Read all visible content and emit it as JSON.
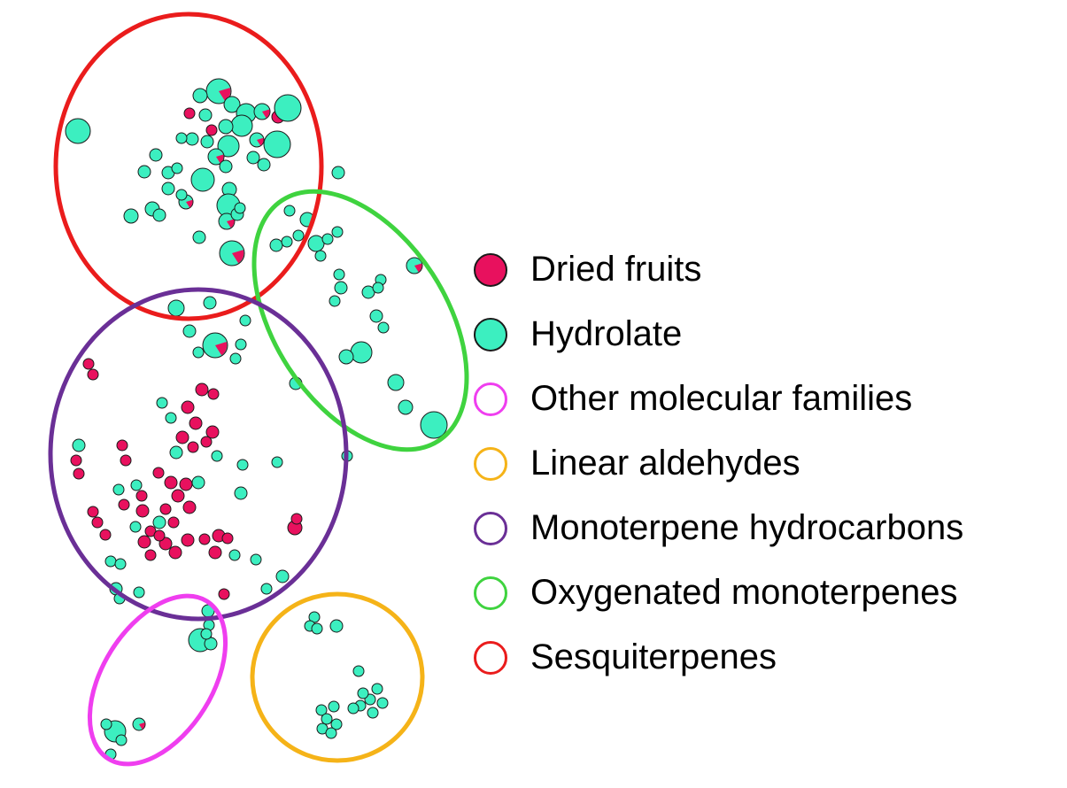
{
  "legend": {
    "dried_fruits": "Dried fruits",
    "hydrolate": "Hydrolate",
    "other": "Other molecular families",
    "aldehydes": "Linear aldehydes",
    "monoterpene_hc": "Monoterpene hydrocarbons",
    "oxygenated": "Oxygenated monoterpenes",
    "sesquiterpenes": "Sesquiterpenes"
  },
  "colors": {
    "dried_fruits": "#e8115e",
    "hydrolate": "#3cefc0",
    "other": "#ef3eef",
    "aldehydes": "#f5b318",
    "monoterpene_hc": "#6a2f96",
    "oxygenated": "#3fd33f",
    "sesquiterpenes": "#ea1c1c",
    "node_stroke": "#1a1a1a"
  }
}
